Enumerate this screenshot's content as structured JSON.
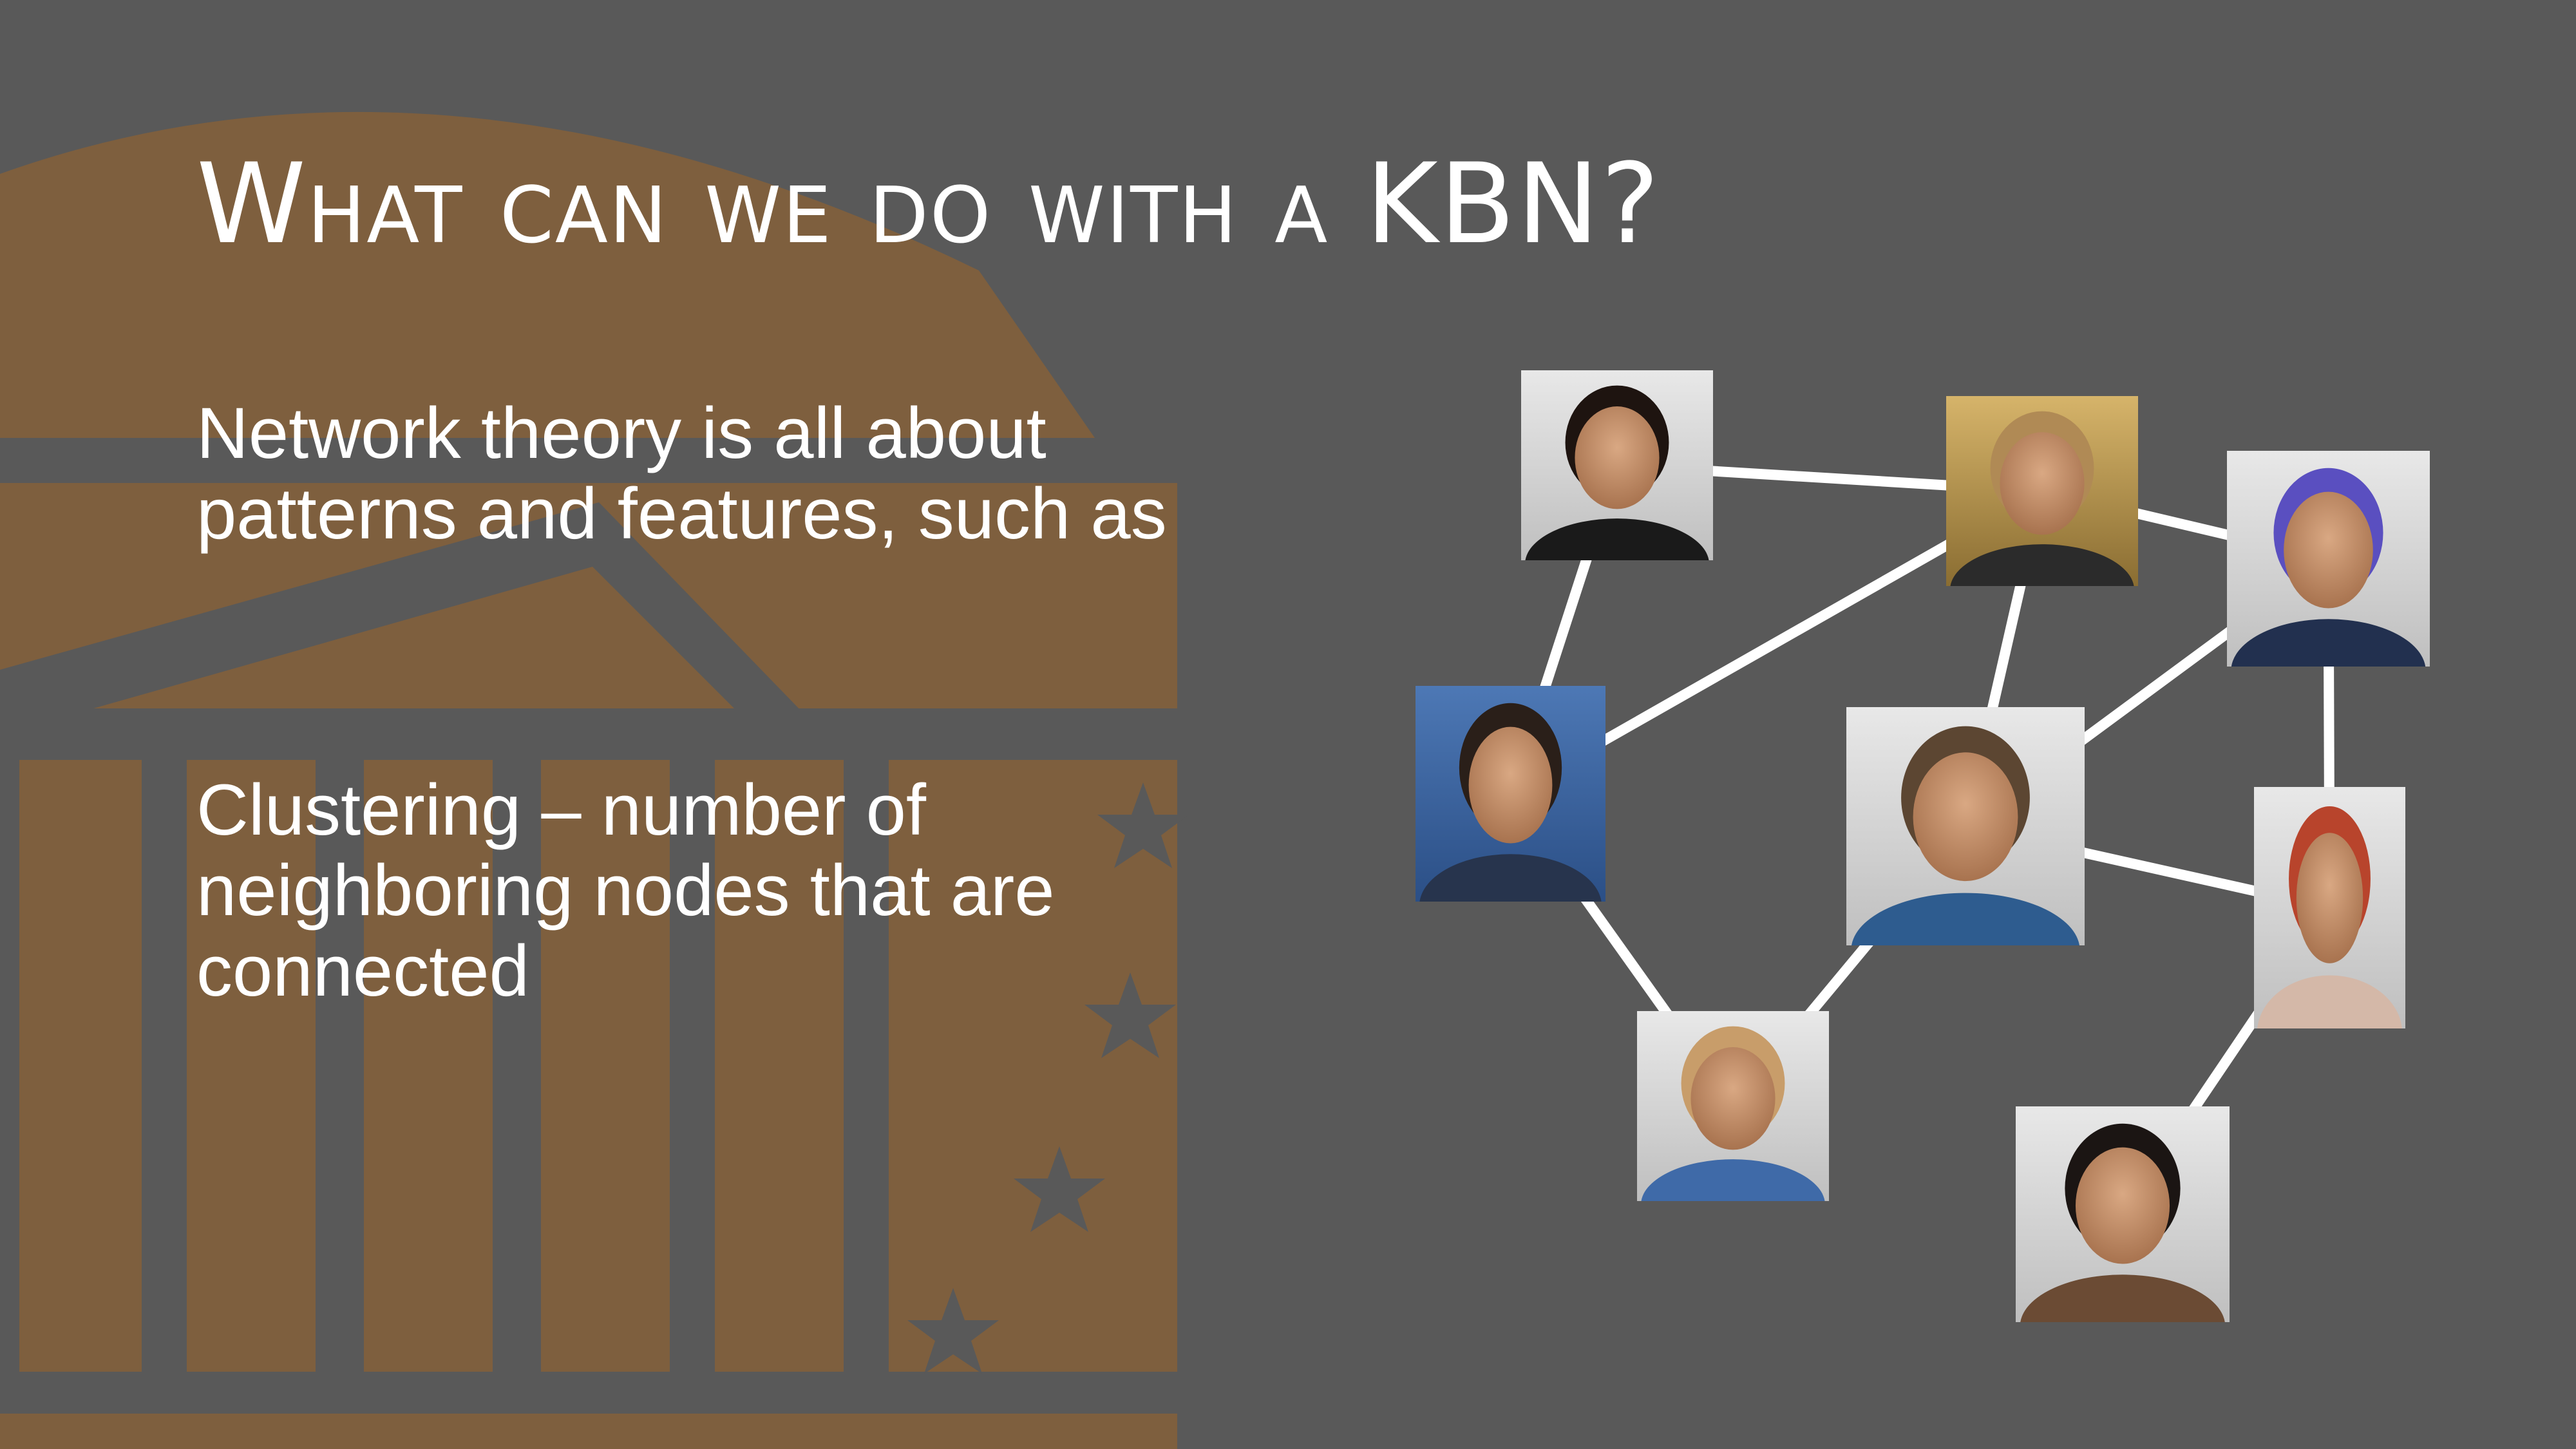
{
  "slide": {
    "title": "What can we do with a KBN?",
    "bullets": [
      "Network theory is all about patterns and features, such as",
      "Clustering – number of neighboring nodes that are connected"
    ]
  },
  "colors": {
    "background": "#595959",
    "accent": "#7e5f3e",
    "text": "#ffffff",
    "edge": "#ffffff"
  },
  "network": {
    "nodes": [
      {
        "id": "n1",
        "photo": "portrait-photo"
      },
      {
        "id": "n2",
        "photo": "portrait-photo"
      },
      {
        "id": "n3",
        "photo": "portrait-photo"
      },
      {
        "id": "n4",
        "photo": "portrait-photo"
      },
      {
        "id": "n5",
        "photo": "portrait-photo"
      },
      {
        "id": "n6",
        "photo": "portrait-photo"
      },
      {
        "id": "n7",
        "photo": "portrait-photo"
      },
      {
        "id": "n8",
        "photo": "portrait-photo"
      }
    ],
    "edges": [
      [
        "n1",
        "n2"
      ],
      [
        "n2",
        "n3"
      ],
      [
        "n1",
        "n4"
      ],
      [
        "n4",
        "n2"
      ],
      [
        "n2",
        "n5"
      ],
      [
        "n5",
        "n3"
      ],
      [
        "n3",
        "n6"
      ],
      [
        "n5",
        "n6"
      ],
      [
        "n4",
        "n7"
      ],
      [
        "n7",
        "n5"
      ],
      [
        "n6",
        "n8"
      ]
    ]
  }
}
